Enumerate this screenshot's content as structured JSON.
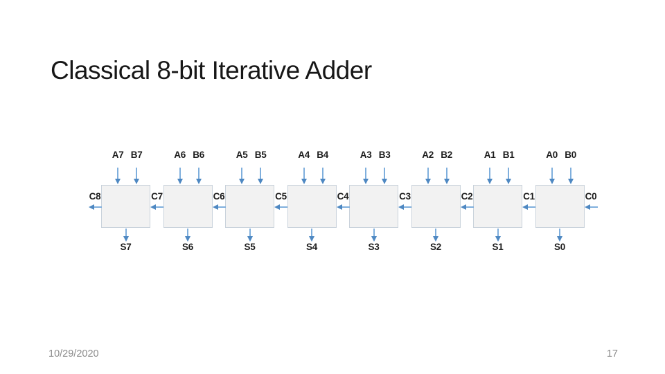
{
  "slide": {
    "title": "Classical 8-bit Iterative Adder",
    "footer": {
      "date": "10/29/2020",
      "page_number": "17"
    }
  },
  "diagram": {
    "description": "8-bit ripple-carry (iterative) adder: eight full-adder blocks in a row, carries propagate right to left",
    "arrow_color": "#5b9bd5",
    "arrow_stem_color": "#7fafdd",
    "arrow_head_color": "#4e88c2",
    "box_fill": "#f2f2f2",
    "box_border": "#c9d2db",
    "cells": [
      {
        "a_label": "A7",
        "b_label": "B7",
        "sum_label": "S7"
      },
      {
        "a_label": "A6",
        "b_label": "B6",
        "sum_label": "S6"
      },
      {
        "a_label": "A5",
        "b_label": "B5",
        "sum_label": "S5"
      },
      {
        "a_label": "A4",
        "b_label": "B4",
        "sum_label": "S4"
      },
      {
        "a_label": "A3",
        "b_label": "B3",
        "sum_label": "S3"
      },
      {
        "a_label": "A2",
        "b_label": "B2",
        "sum_label": "S2"
      },
      {
        "a_label": "A1",
        "b_label": "B1",
        "sum_label": "S1"
      },
      {
        "a_label": "A0",
        "b_label": "B0",
        "sum_label": "S0"
      }
    ],
    "carries": [
      "C8",
      "C7",
      "C6",
      "C5",
      "C4",
      "C3",
      "C2",
      "C1",
      "C0"
    ]
  }
}
